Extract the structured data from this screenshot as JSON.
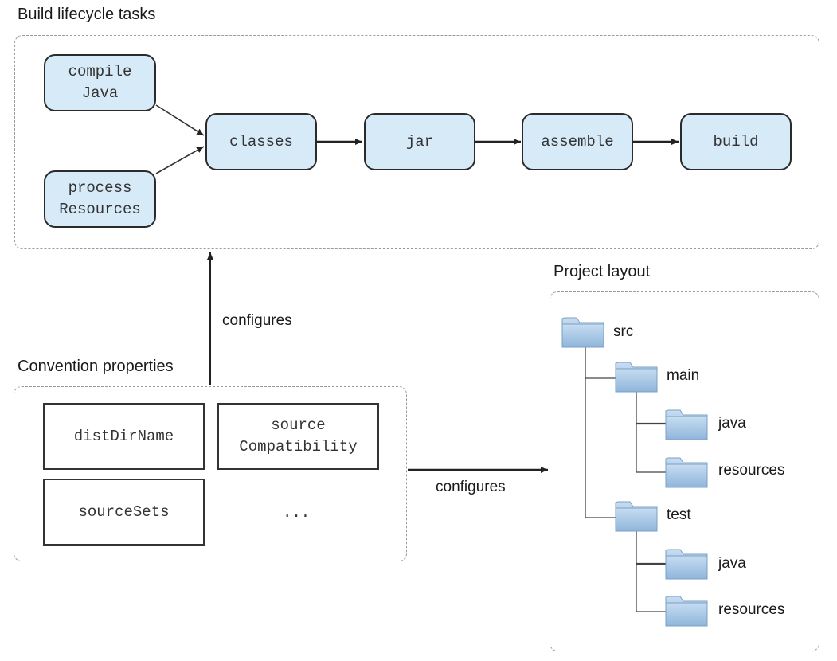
{
  "lifecycle": {
    "title": "Build lifecycle tasks",
    "tasks": {
      "compile_java": "compile\nJava",
      "process_resources": "process\nResources",
      "classes": "classes",
      "jar": "jar",
      "assemble": "assemble",
      "build": "build"
    }
  },
  "conventions": {
    "title": "Convention properties",
    "properties": {
      "dist_dir_name": "distDirName",
      "source_compatibility": "source\nCompatibility",
      "source_sets": "sourceSets",
      "ellipsis": "..."
    }
  },
  "edges": {
    "configures_up": "configures",
    "configures_right": "configures"
  },
  "project_layout": {
    "title": "Project layout",
    "folders": {
      "src": "src",
      "main": "main",
      "main_java": "java",
      "main_resources": "resources",
      "test": "test",
      "test_java": "java",
      "test_resources": "resources"
    }
  },
  "colors": {
    "task_fill": "#d6eaf8",
    "folder_fill": "#a9c9e6"
  }
}
